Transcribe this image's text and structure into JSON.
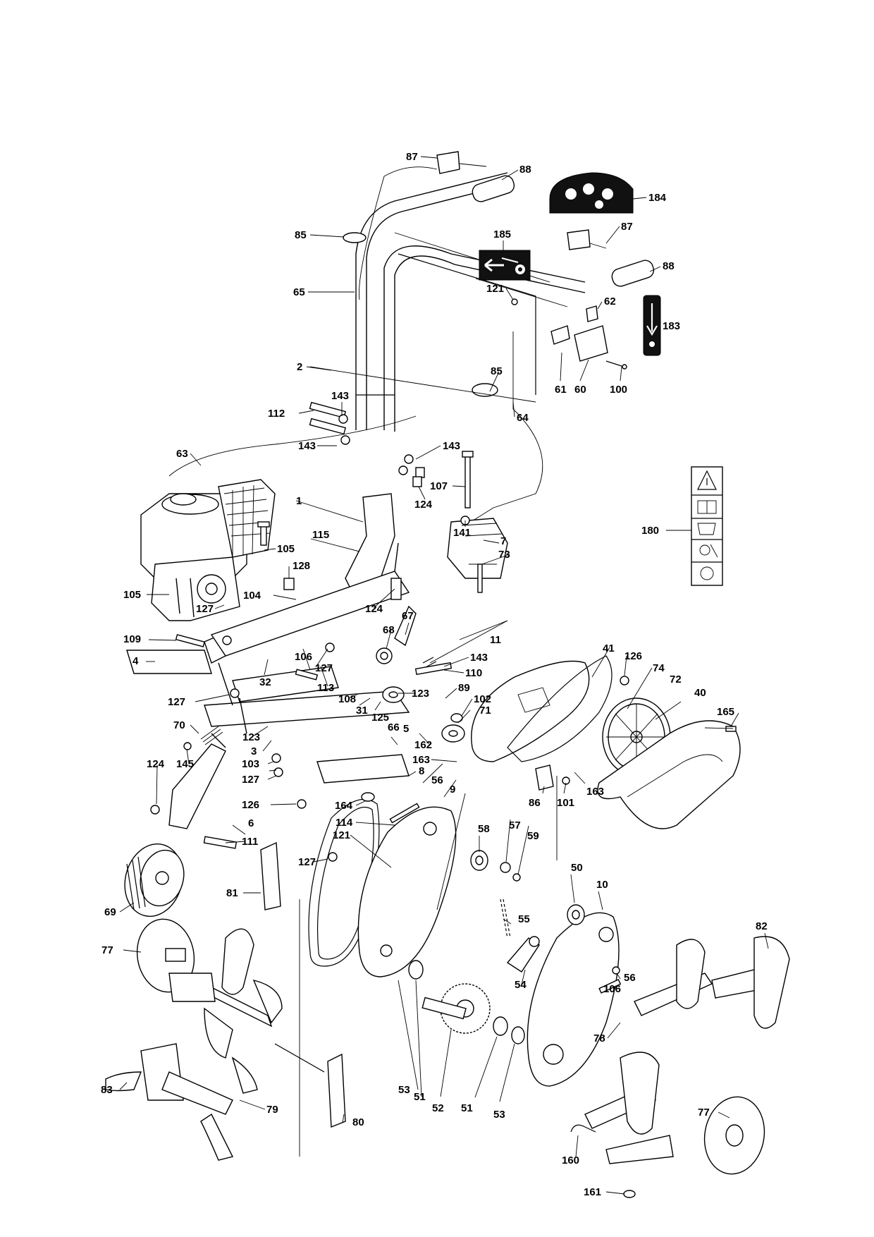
{
  "diagram": {
    "labels": [
      "87",
      "88",
      "184",
      "85",
      "185",
      "87",
      "88",
      "65",
      "121",
      "62",
      "183",
      "2",
      "85",
      "61",
      "60",
      "100",
      "112",
      "143",
      "64",
      "143",
      "143",
      "63",
      "107",
      "124",
      "1",
      "141",
      "7",
      "180",
      "105",
      "115",
      "128",
      "73",
      "105",
      "104",
      "124",
      "67",
      "68",
      "127",
      "11",
      "109",
      "4",
      "106",
      "127",
      "143",
      "41",
      "126",
      "74",
      "110",
      "32",
      "89",
      "113",
      "108",
      "123",
      "102",
      "72",
      "40",
      "127",
      "31",
      "125",
      "66",
      "71",
      "165",
      "70",
      "123",
      "5",
      "162",
      "3",
      "163",
      "145",
      "124",
      "103",
      "127",
      "8",
      "56",
      "126",
      "164",
      "9",
      "86",
      "101",
      "163",
      "114",
      "121",
      "6",
      "111",
      "58",
      "57",
      "59",
      "127",
      "81",
      "50",
      "10",
      "55",
      "69",
      "82",
      "77",
      "54",
      "56",
      "106",
      "78",
      "53",
      "51",
      "52",
      "51",
      "53",
      "83",
      "79",
      "80",
      "77",
      "160",
      "161"
    ]
  }
}
